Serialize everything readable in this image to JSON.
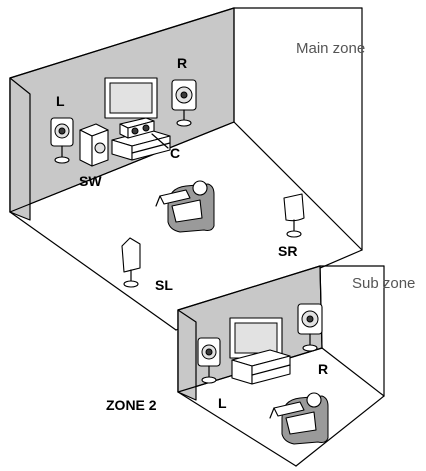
{
  "main_zone": {
    "zone_label": "Main zone",
    "speakers": {
      "left": "L",
      "right": "R",
      "center": "C",
      "subwoofer": "SW",
      "surround_left": "SL",
      "surround_right": "SR"
    }
  },
  "sub_zone": {
    "zone_label": "Sub zone",
    "zone_name": "ZONE 2",
    "speakers": {
      "left": "L",
      "right": "R"
    }
  }
}
